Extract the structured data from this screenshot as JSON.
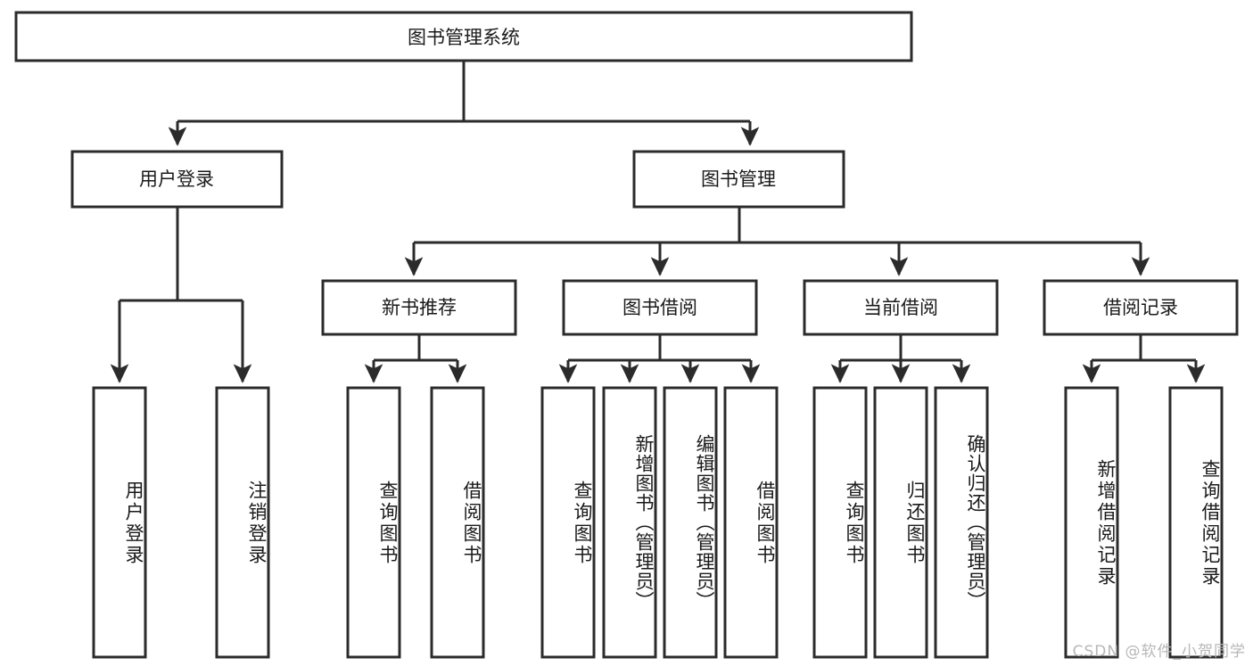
{
  "diagram": {
    "title": "图书管理系统",
    "type": "tree-hierarchy-diagram",
    "colors": {
      "box_stroke": "#2b2b2b",
      "box_fill": "#ffffff",
      "text": "#1a1a1a",
      "background": "#ffffff",
      "watermark": "#b7b7b7"
    },
    "root": {
      "label": "图书管理系统"
    },
    "level2": [
      {
        "label": "用户登录"
      },
      {
        "label": "图书管理"
      }
    ],
    "level3": [
      {
        "label": "新书推荐"
      },
      {
        "label": "图书借阅"
      },
      {
        "label": "当前借阅"
      },
      {
        "label": "借阅记录"
      }
    ],
    "leaves": {
      "user_login": [
        {
          "label": "用户登录"
        },
        {
          "label": "注销登录"
        }
      ],
      "new_book_recommend": [
        {
          "label": "查询图书"
        },
        {
          "label": "借阅图书"
        }
      ],
      "book_borrow": [
        {
          "label": "查询图书"
        },
        {
          "label": "新增图书（管理员）"
        },
        {
          "label": "编辑图书（管理员）"
        },
        {
          "label": "借阅图书"
        }
      ],
      "current_borrow": [
        {
          "label": "查询图书"
        },
        {
          "label": "归还图书"
        },
        {
          "label": "确认归还（管理员）"
        }
      ],
      "borrow_record": [
        {
          "label": "新增借阅记录"
        },
        {
          "label": "查询借阅记录"
        }
      ]
    }
  },
  "watermark": {
    "text": "CSDN @软件_小贺同学"
  }
}
